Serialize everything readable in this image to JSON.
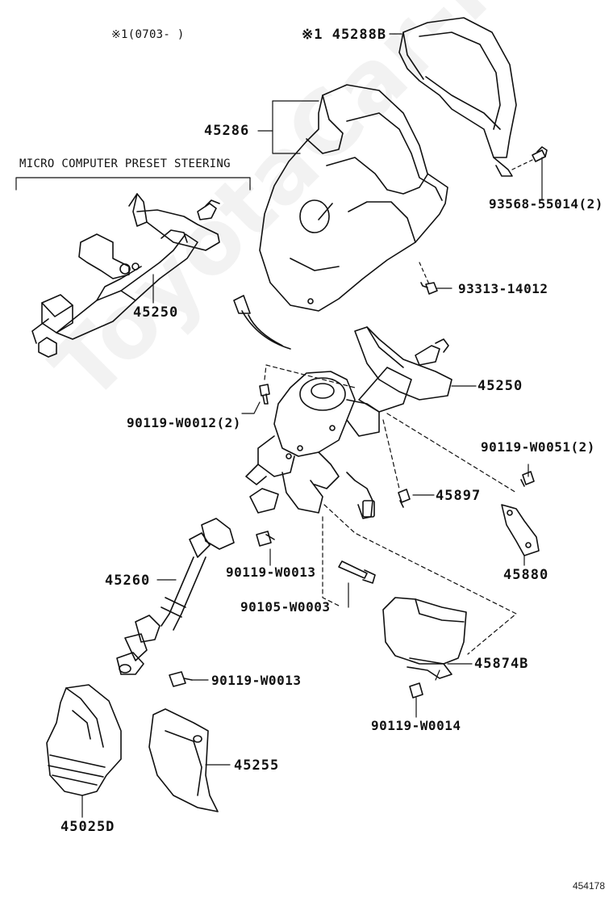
{
  "diagram": {
    "diagram_id": "454178",
    "watermark": "ToyotaCar-Mine.ru",
    "variant_note": "※1(0703-     )",
    "section_label": "MICRO COMPUTER PRESET STEERING",
    "colors": {
      "line": "#111111",
      "background": "#ffffff"
    },
    "parts": [
      {
        "label": "※1 45288B"
      },
      {
        "label": "45286"
      },
      {
        "label": "93568-55014(2)"
      },
      {
        "label": "93313-14012"
      },
      {
        "label": "45250"
      },
      {
        "label": "45250"
      },
      {
        "label": "90119-W0012(2)"
      },
      {
        "label": "90119-W0051(2)"
      },
      {
        "label": "45897"
      },
      {
        "label": "45880"
      },
      {
        "label": "90119-W0013"
      },
      {
        "label": "45260"
      },
      {
        "label": "90105-W0003"
      },
      {
        "label": "45874B"
      },
      {
        "label": "90119-W0013"
      },
      {
        "label": "90119-W0014"
      },
      {
        "label": "45255"
      },
      {
        "label": "45025D"
      }
    ]
  }
}
